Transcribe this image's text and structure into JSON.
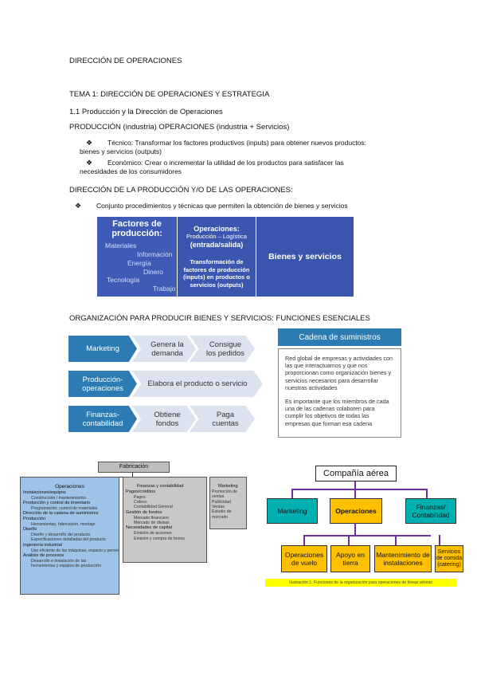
{
  "title": "DIRECCIÓN DE OPERACIONES",
  "tema": "TEMA 1: DIRECCIÓN DE OPERACIONES Y ESTRATEGIA",
  "section_1_1": "1.1 Producción y la Dirección de Operaciones",
  "produccion_line": "PRODUCCIÓN (industria) OPERACIONES (industria + Servicios)",
  "bullets_1": [
    {
      "l1": "Técnico: Transformar los factores productivos (inputs) para obtener nuevos productos:",
      "l2": "bienes y servicios (outputs)"
    },
    {
      "l1": "Económico: Crear o incrementar la utilidad de los productos para satisfacer las",
      "l2": "necesidades de los consumidores"
    }
  ],
  "direccion_heading": "DIRECCIÓN DE LA PRODUCCIÓN Y/O DE LAS OPERACIONES:",
  "bullet_2": "Conjunto procedimientos y técnicas que permiten la obtención de bienes y servicios",
  "flow": {
    "factores_title": "Factores de producción:",
    "factores_items": [
      "Materiales",
      "Información",
      "Energía",
      "Dinero",
      "Tecnología",
      "Trabajo"
    ],
    "ops_title": "Operaciones:",
    "ops_sub": "Producción – Logística",
    "ops_entry": "(entrada/salida)",
    "ops_transform": "Transformación de factores de producción (inputs) en productos o servicios (outputs)",
    "bienes": "Bienes y servicios"
  },
  "org_heading": "ORGANIZACIÓN PARA PRODUCIR BIENES Y SERVICIOS: FUNCIONES ESENCIALES",
  "chevrons": {
    "marketing": "Marketing",
    "genera": "Genera la demanda",
    "consigue": "Consigue los pedidos",
    "produccion": "Producción-operaciones",
    "elabora": "Elabora el producto o servicio",
    "finanzas": "Finanzas-contabilidad",
    "obtiene": "Obtiene fondos",
    "paga": "Paga cuentas"
  },
  "supply": {
    "head": "Cadena de suministros",
    "p1": "Red global de empresas y actividades con las que interactuamos y que nos proporcionan como organización bienes y servicios necesarios para desarrollar nuestras actividades",
    "p2": "Es importante que los miembros de cada una de las cadenas colaboren para cumplir los objetivos de todas las empresas que forman esa cadena"
  },
  "fab_chart": {
    "top": "Fabricación",
    "ops_title": "Operaciones",
    "ops_items": [
      {
        "t": "Instalaciones/equipos",
        "s": "Construcción / mantenimiento"
      },
      {
        "t": "Producción y control de inventario",
        "s": "Programación; control de materiales"
      },
      {
        "t": "Dirección de la cadena de suministros",
        "s": ""
      },
      {
        "t": "Producción",
        "s": "Herramientas, fabricación, montaje"
      },
      {
        "t": "Diseño",
        "s": "Diseño y desarrollo del producto"
      },
      {
        "t": "",
        "s": "Especificaciones detalladas del producto"
      },
      {
        "t": "Ingeniería industrial",
        "s": "Uso eficiente de las máquinas, espacio y personal"
      },
      {
        "t": "Análisis de procesos",
        "s": "Desarrollo e instalación de las herramientas y equipos de producción"
      }
    ],
    "fin_title": "Finanzas y contabilidad",
    "fin_items": [
      {
        "t": "Pagos/créditos",
        "s": ""
      },
      {
        "t": "",
        "s": "Pagos"
      },
      {
        "t": "",
        "s": "Cobros"
      },
      {
        "t": "",
        "s": "Contabilidad General"
      },
      {
        "t": "Gestión de fondos",
        "s": ""
      },
      {
        "t": "",
        "s": "Mercado financiero"
      },
      {
        "t": "",
        "s": "Mercado de divisas"
      },
      {
        "t": "Necesidades de capital",
        "s": ""
      },
      {
        "t": "",
        "s": "Emisión de acciones"
      },
      {
        "t": "",
        "s": "Emisión y compra de bonos"
      }
    ],
    "mkt_title": "Marketing",
    "mkt_items": [
      "Promoción de ventas",
      "Publicidad",
      "Ventas",
      "Estudio de mercado"
    ]
  },
  "air_chart": {
    "top": "Compañía aérea",
    "marketing": "Marketing",
    "operaciones": "Operaciones",
    "finanzas": "Finanzas/ Contabilidad",
    "sub": [
      "Operaciones de vuelo",
      "Apoyo en tierra",
      "Mantenimiento de instalaciones",
      "Servicios de comida (catering)"
    ],
    "caption": "Ilustración 1: Funciones de la organización para operaciones de líneas aéreas"
  },
  "colors": {
    "flow_blue": "#3e5bb5",
    "chev_blue": "#2d7bb3",
    "chev_light": "#dde3ee",
    "ops_panel": "#9dc3e6",
    "grey_panel": "#c8c8c8",
    "airline_orange": "#ffc000",
    "airline_teal": "#00b0b0",
    "airline_purple": "#7030a0",
    "caption_yellow": "#ffff00"
  }
}
